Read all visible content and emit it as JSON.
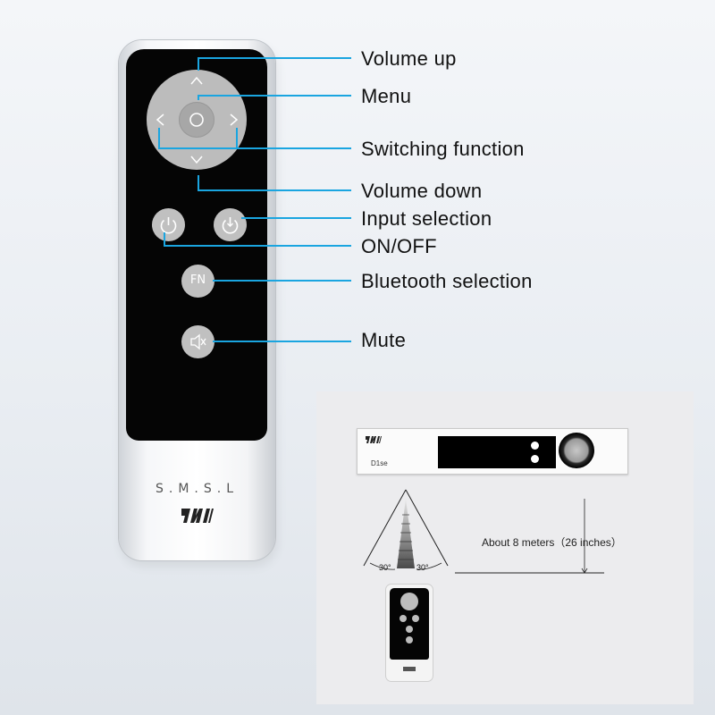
{
  "remote": {
    "brand_text": "S.M.S.L",
    "logo_glyph": "FMM"
  },
  "callouts": {
    "volume_up": "Volume up",
    "menu": "Menu",
    "switching_function": "Switching function",
    "volume_down": "Volume down",
    "input_selection": "Input selection",
    "on_off": "ON/OFF",
    "bluetooth_selection": "Bluetooth selection",
    "mute": "Mute"
  },
  "remote_buttons": {
    "fn_label": "FN"
  },
  "inset": {
    "device_model": "D1se",
    "distance_text": "About 8 meters（26 inches）",
    "angle_left": "30°",
    "angle_right": "30°"
  },
  "colors": {
    "callout_line": "#1aa5e0",
    "remote_face": "#050505",
    "button_gray": "#c0c0c0"
  }
}
